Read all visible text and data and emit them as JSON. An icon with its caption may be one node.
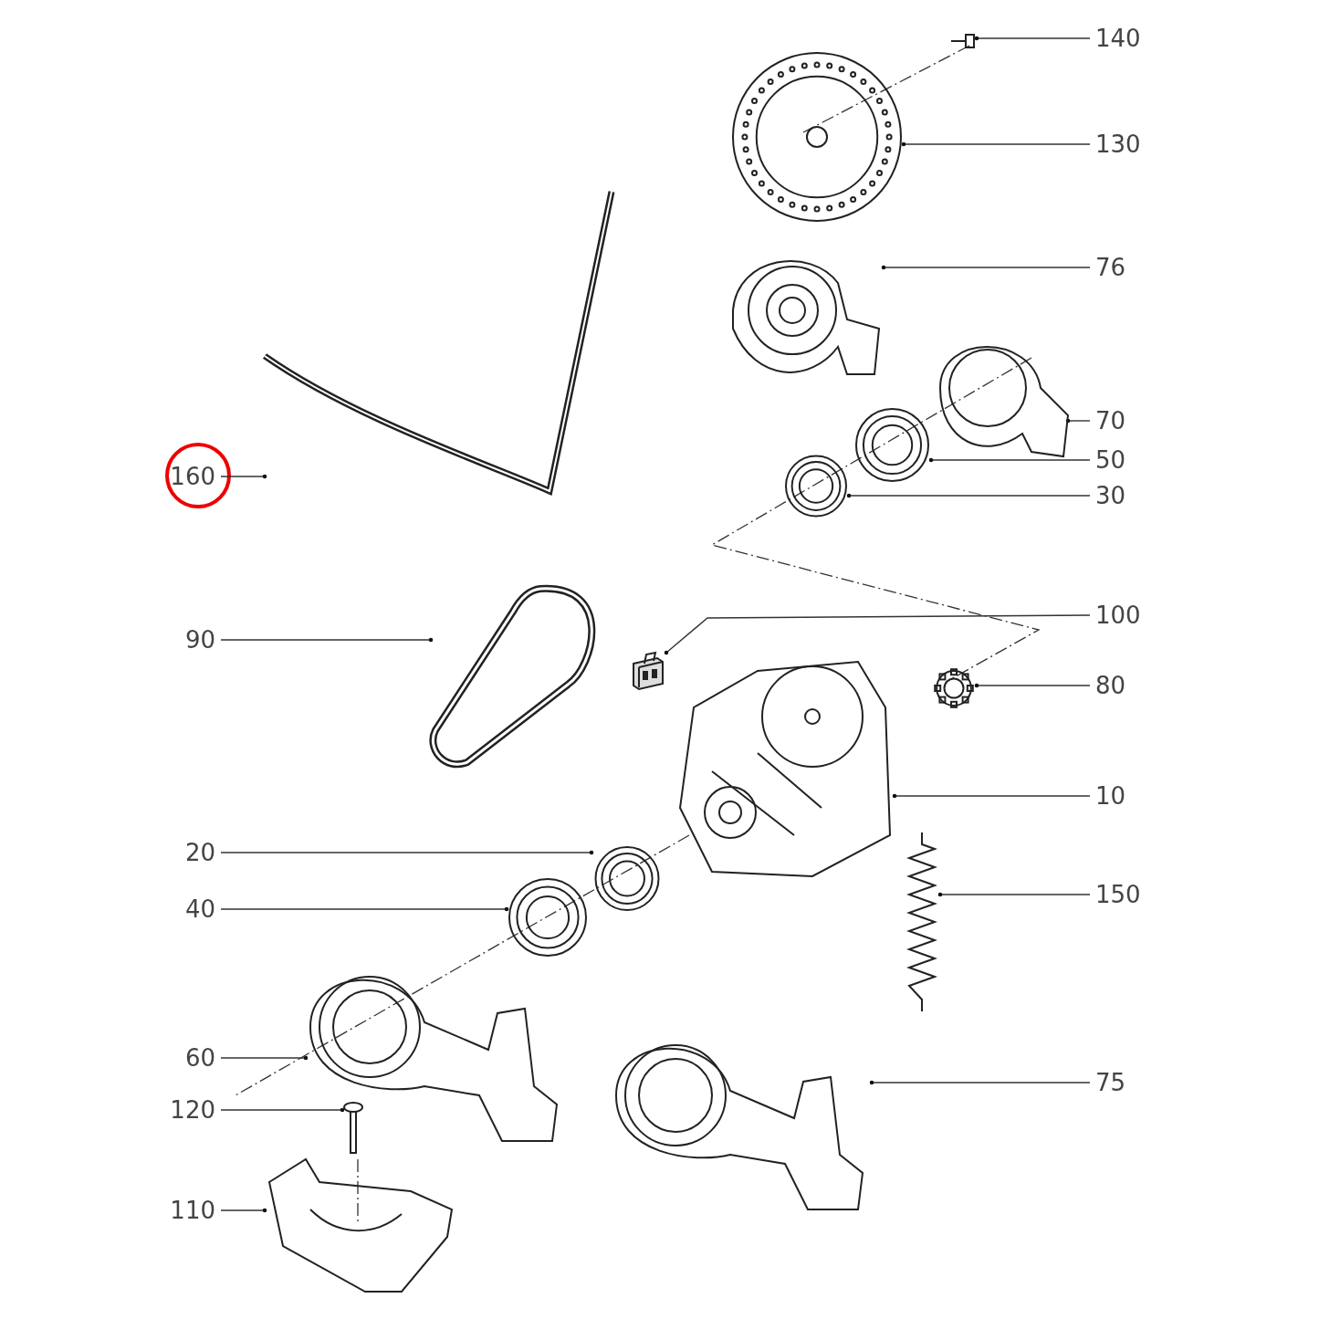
{
  "diagram": {
    "nodes": [
      {
        "text": [
          "140"
        ]
      },
      {
        "text": [
          "130"
        ]
      },
      {
        "text": [
          "76"
        ]
      },
      {
        "text": [
          "70"
        ]
      },
      {
        "text": [
          "50"
        ]
      },
      {
        "text": [
          "160"
        ]
      },
      {
        "text": [
          "30"
        ]
      },
      {
        "text": [
          "100"
        ]
      },
      {
        "text": [
          "90"
        ]
      },
      {
        "text": [
          "80"
        ]
      },
      {
        "text": [
          "10"
        ]
      },
      {
        "text": [
          "20"
        ]
      },
      {
        "text": [
          "150"
        ]
      },
      {
        "text": [
          "40"
        ]
      },
      {
        "text": [
          "60"
        ]
      },
      {
        "text": [
          "75"
        ]
      },
      {
        "text": [
          "120"
        ]
      },
      {
        "text": [
          "110"
        ]
      },
      {
        "text": [],
        "shape": "picture"
      },
      {
        "text": [],
        "shape": "picture"
      },
      {
        "text": [],
        "shape": "picture"
      },
      {
        "text": [],
        "shape": "picture"
      },
      {
        "text": [],
        "shape": "picture"
      },
      {
        "text": [],
        "shape": "picture"
      },
      {
        "text": [],
        "shape": "picture"
      },
      {
        "text": [],
        "shape": "picture"
      },
      {
        "text": [],
        "shape": "picture"
      },
      {
        "text": [],
        "shape": "picture"
      },
      {
        "text": [],
        "shape": "picture"
      },
      {
        "text": [],
        "shape": "picture"
      },
      {
        "text": [],
        "shape": "picture"
      },
      {
        "text": [],
        "shape": "picture"
      },
      {
        "text": [],
        "shape": "picture"
      },
      {
        "text": [],
        "shape": "picture"
      },
      {
        "text": [],
        "shape": "picture"
      },
      {
        "text": [],
        "shape": "picture"
      }
    ],
    "edges": [
      {
        "from": 0,
        "to": 18,
        "arrow": "other"
      },
      {
        "from": 1,
        "to": 19,
        "arrow": "other"
      },
      {
        "from": 2,
        "to": 20,
        "arrow": "other"
      },
      {
        "from": 3,
        "to": 21,
        "arrow": "other"
      },
      {
        "from": 4,
        "to": 22,
        "arrow": "other"
      },
      {
        "from": 5,
        "to": 23,
        "arrow": "other"
      },
      {
        "from": 6,
        "to": 24,
        "arrow": "other"
      },
      {
        "from": 7,
        "to": 25,
        "arrow": "other"
      },
      {
        "from": 8,
        "to": 26,
        "arrow": "other"
      },
      {
        "from": 9,
        "to": 27,
        "arrow": "other"
      },
      {
        "from": 10,
        "to": 28,
        "arrow": "other"
      },
      {
        "from": 11,
        "to": 29,
        "arrow": "other"
      },
      {
        "from": 12,
        "to": 30,
        "arrow": "other"
      },
      {
        "from": 13,
        "to": 31,
        "arrow": "other"
      },
      {
        "from": 14,
        "to": 32,
        "arrow": "other"
      },
      {
        "from": 15,
        "to": 33,
        "arrow": "other"
      },
      {
        "from": 16,
        "to": 34,
        "arrow": "other"
      },
      {
        "from": 17,
        "to": 35,
        "arrow": "other"
      }
    ]
  }
}
